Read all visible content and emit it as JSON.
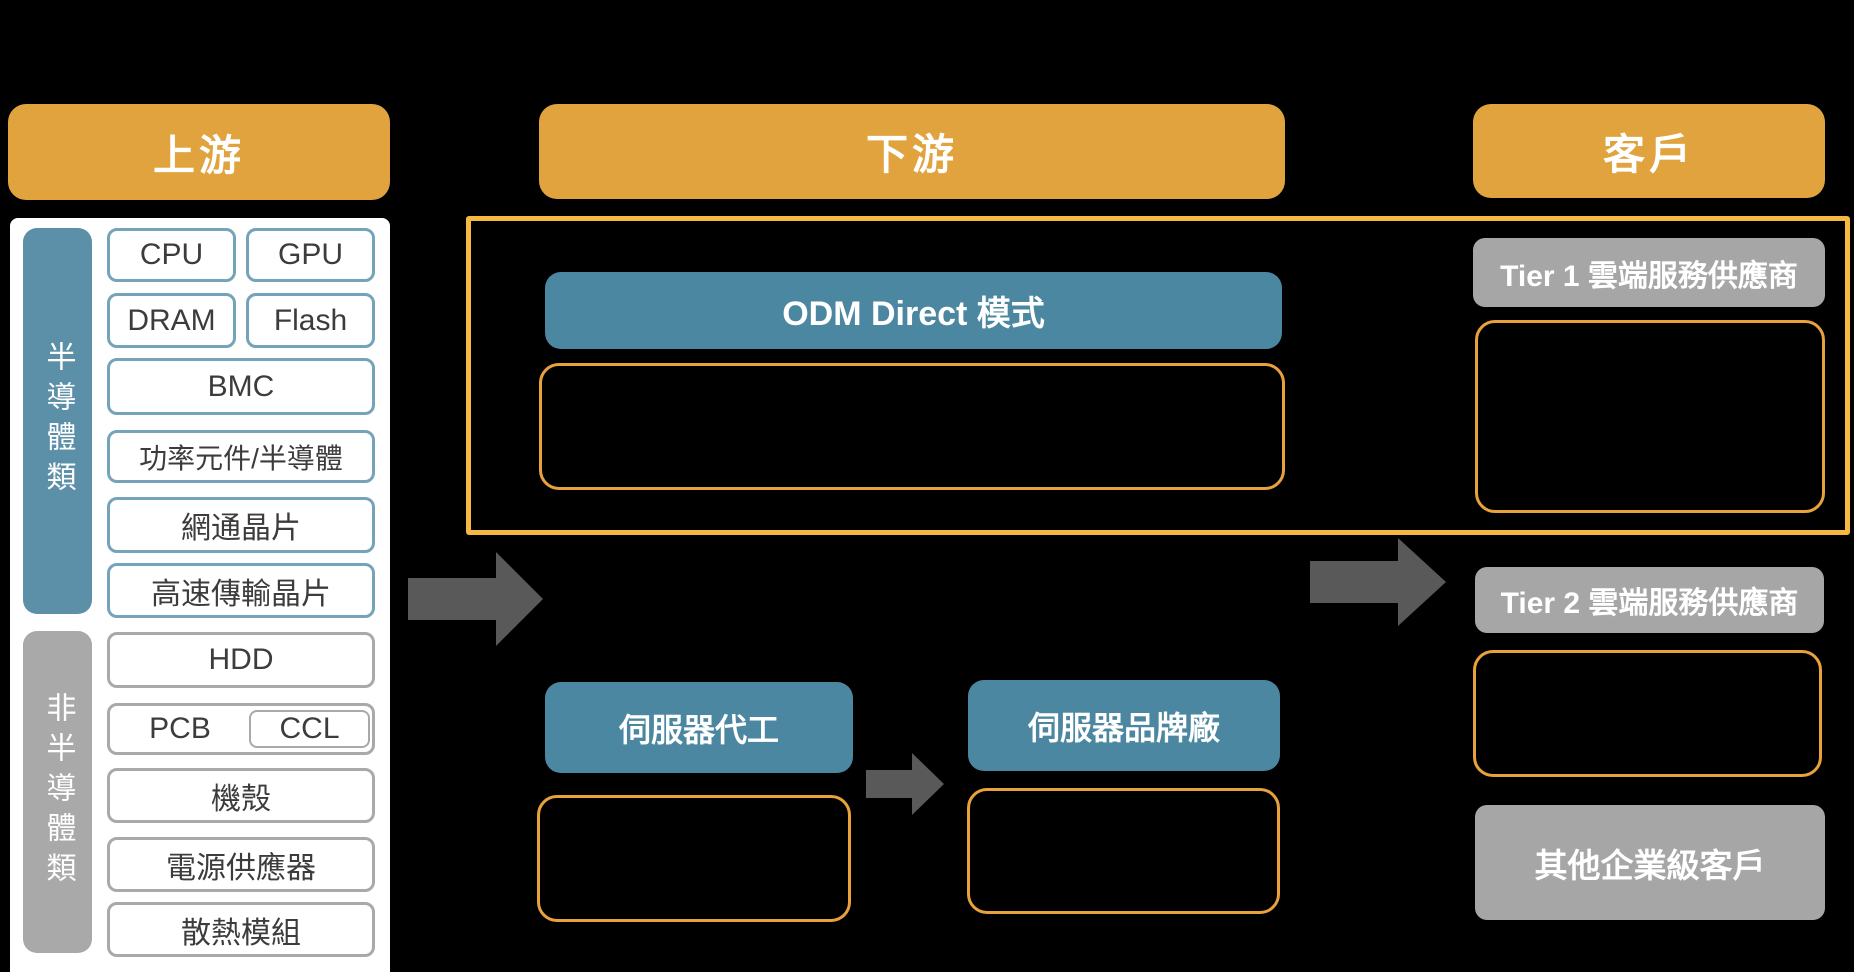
{
  "headers": {
    "upstream": "上游",
    "downstream": "下游",
    "customers": "客戶"
  },
  "upstream": {
    "semi_label": "半導體類",
    "non_semi_label": "非半導體類",
    "cpu": "CPU",
    "gpu": "GPU",
    "dram": "DRAM",
    "flash": "Flash",
    "bmc": "BMC",
    "power": "功率元件/半導體",
    "network_chip": "網通晶片",
    "highspeed_chip": "高速傳輸晶片",
    "hdd": "HDD",
    "pcb": "PCB",
    "ccl": "CCL",
    "chassis": "機殼",
    "psu": "電源供應器",
    "thermal": "散熱模組"
  },
  "downstream": {
    "odm_direct": "ODM Direct 模式",
    "server_odm": "伺服器代工",
    "server_brand": "伺服器品牌廠"
  },
  "customers": {
    "tier1": "Tier 1 雲端服務供應商",
    "tier2": "Tier 2 雲端服務供應商",
    "other": "其他企業級客戶"
  },
  "colors": {
    "background": "#000000",
    "header_orange": "#E0A33D",
    "highlight_outline_orange": "#F5B942",
    "detail_outline_orange": "#E8A13B",
    "steel_blue": "#4C87A2",
    "semi_bar_blue": "#5C8FA8",
    "semi_border_blue": "#74A3BA",
    "gray": "#A6A6A6",
    "arrow_gray": "#595959"
  }
}
